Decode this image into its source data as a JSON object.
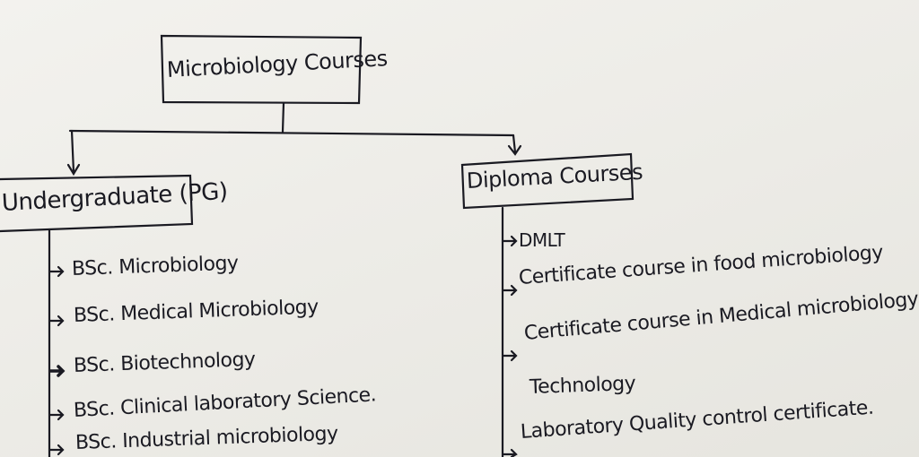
{
  "root": {
    "label": "Microbiology Courses"
  },
  "branches": [
    {
      "label": "Undergraduate (PG)",
      "items": [
        "BSc. Microbiology",
        "BSc. Medical Microbiology",
        "BSc. Biotechnology",
        "BSc. Clinical laboratory Science.",
        "BSc. Industrial microbiology"
      ]
    },
    {
      "label": "Diploma Courses",
      "items": [
        "DMLT",
        "Certificate course in food microbiology",
        "Certificate course in Medical microbiology",
        "Laboratory Quality control certificate."
      ],
      "item_continuation": "Technology"
    }
  ],
  "colors": {
    "ink": "#1a1a22",
    "paper": "#f0efea"
  }
}
